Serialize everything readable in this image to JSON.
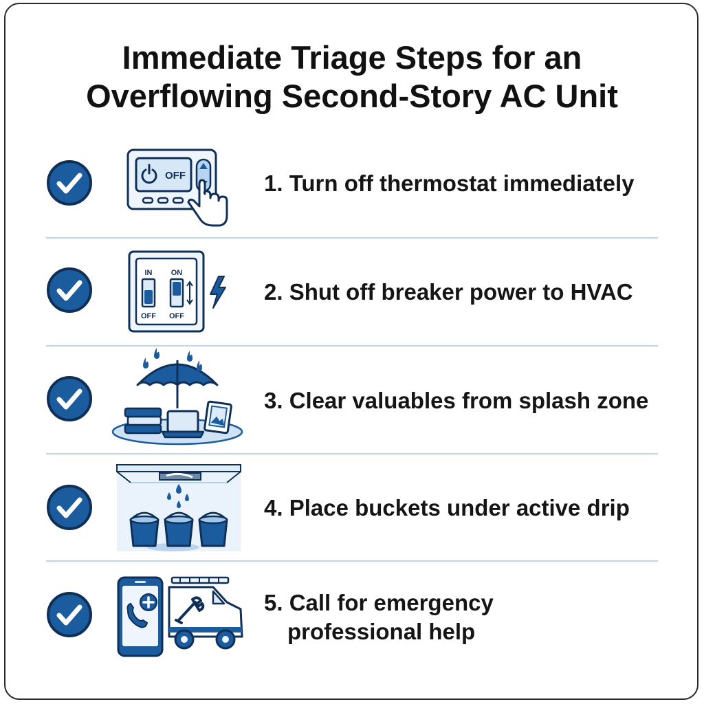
{
  "title": {
    "line1": "Immediate Triage Steps for an",
    "line2": "Overflowing Second-Story AC Unit"
  },
  "colors": {
    "accent": "#1b5c9e",
    "accent_dark": "#0f2f57",
    "light_blue": "#dcebf7",
    "divider": "#b9d6ec"
  },
  "steps": [
    {
      "label": "1. Turn off thermostat immediately",
      "icon": "thermostat-icon",
      "thermostat_text": "OFF"
    },
    {
      "label": "2. Shut off breaker power to HVAC",
      "icon": "breaker-icon",
      "breaker_labels": {
        "left_top": "IN",
        "right_top": "ON",
        "left_bottom": "OFF",
        "right_bottom": "OFF"
      }
    },
    {
      "label": "3. Clear valuables from splash zone",
      "icon": "umbrella-valuables-icon"
    },
    {
      "label": "4. Place buckets under active drip",
      "icon": "buckets-drip-icon"
    },
    {
      "label_line1": "5. Call for emergency",
      "label_line2": "professional help",
      "icon": "phone-van-icon"
    }
  ]
}
